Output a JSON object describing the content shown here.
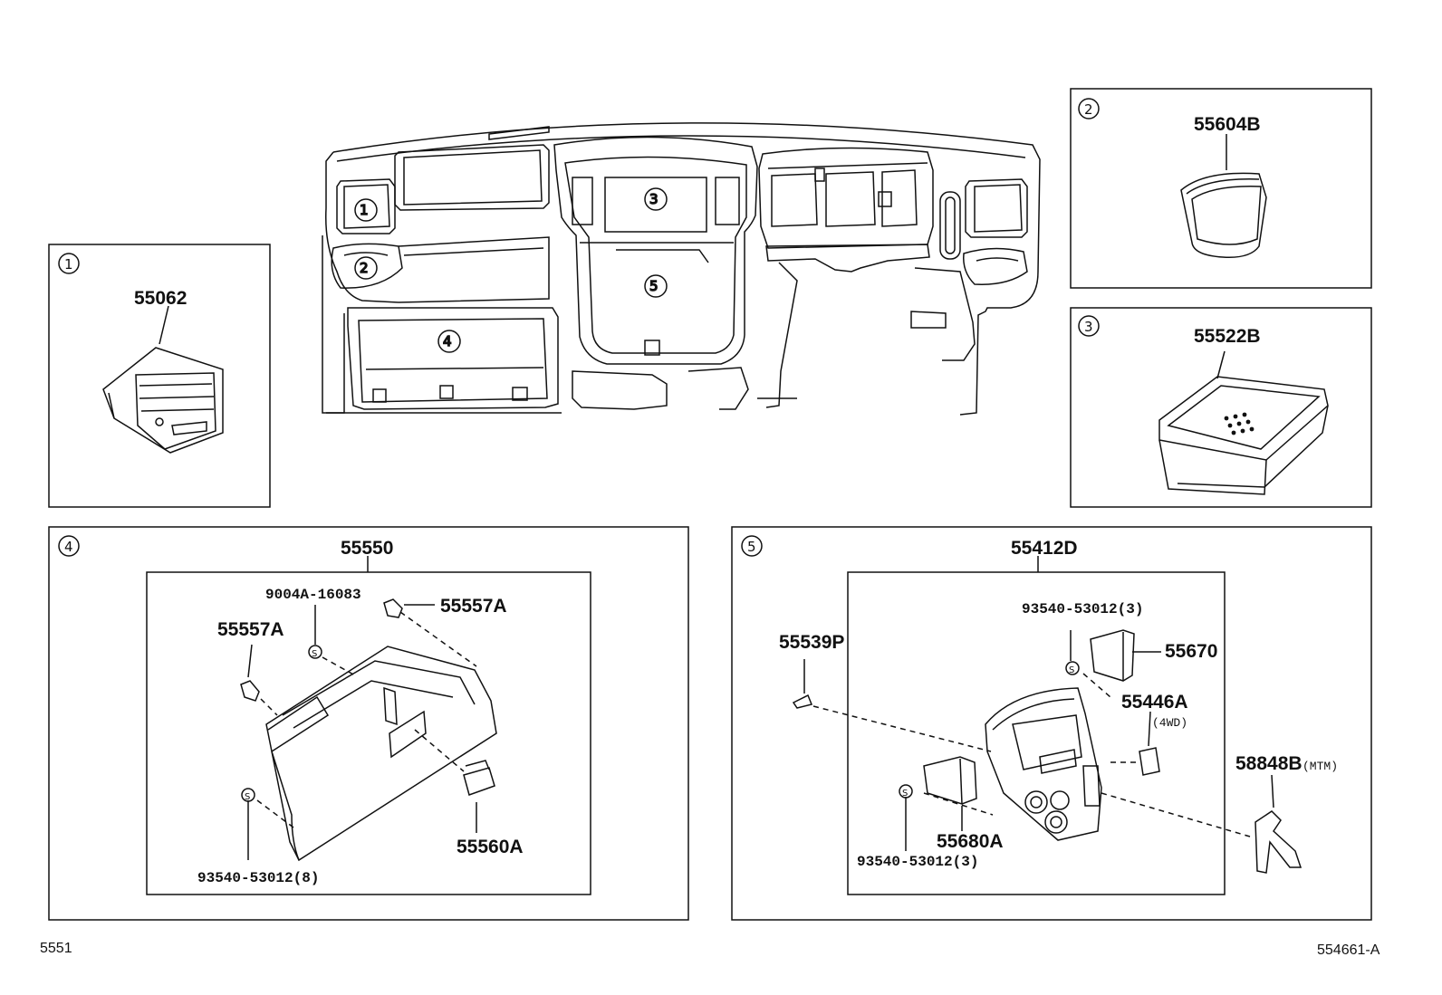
{
  "footer": {
    "left_code": "5551",
    "right_code": "554661-A"
  },
  "main_assembly": {
    "callouts": [
      "1",
      "2",
      "3",
      "4",
      "5"
    ]
  },
  "panels": {
    "p1": {
      "index": "1",
      "part": "55062"
    },
    "p2": {
      "index": "2",
      "part": "55604B"
    },
    "p3": {
      "index": "3",
      "part": "55522B"
    },
    "p4": {
      "index": "4",
      "assembly": "55550",
      "bolt_mark": "S",
      "parts": {
        "screw_top": "9004A-16083",
        "clip_right": "55557A",
        "clip_left": "55557A",
        "latch": "55560A",
        "screw_bottom": "93540-53012(8)"
      }
    },
    "p5": {
      "index": "5",
      "assembly": "55412D",
      "bolt_mark": "S",
      "parts": {
        "clip": "55539P",
        "screw_top": "93540-53012(3)",
        "switch_top": "55670",
        "switch_4wd": "55446A",
        "note_4wd": "(4WD)",
        "hook": "58848B",
        "note_mtm": "(MTM)",
        "switch_bottom": "55680A",
        "screw_bottom": "93540-53012(3)"
      }
    }
  }
}
